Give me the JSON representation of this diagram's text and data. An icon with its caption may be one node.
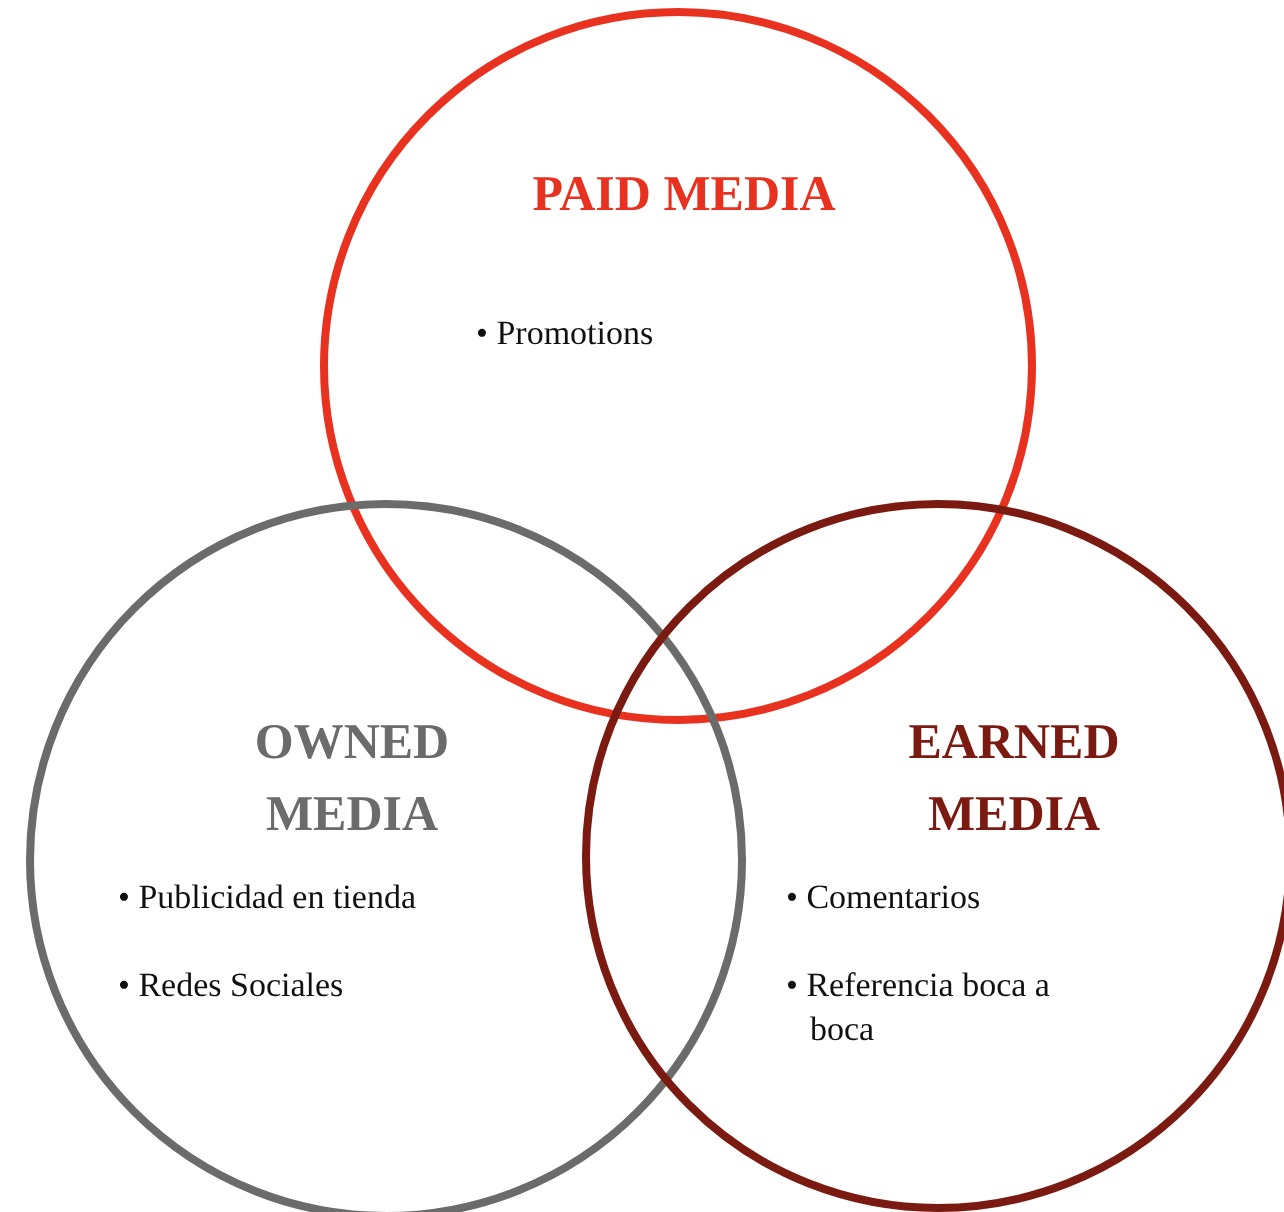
{
  "diagram": {
    "nodes": [
      {
        "text": [
          "PAID MEDIA",
          "• Promotions"
        ]
      },
      {
        "text": [
          "OWNED MEDIA",
          "• Publicidad en tienda",
          "• Redes Sociales"
        ]
      },
      {
        "text": [
          "EARNED MEDIA",
          "• Comentarios",
          "• Referencia boca a boca"
        ]
      }
    ]
  }
}
